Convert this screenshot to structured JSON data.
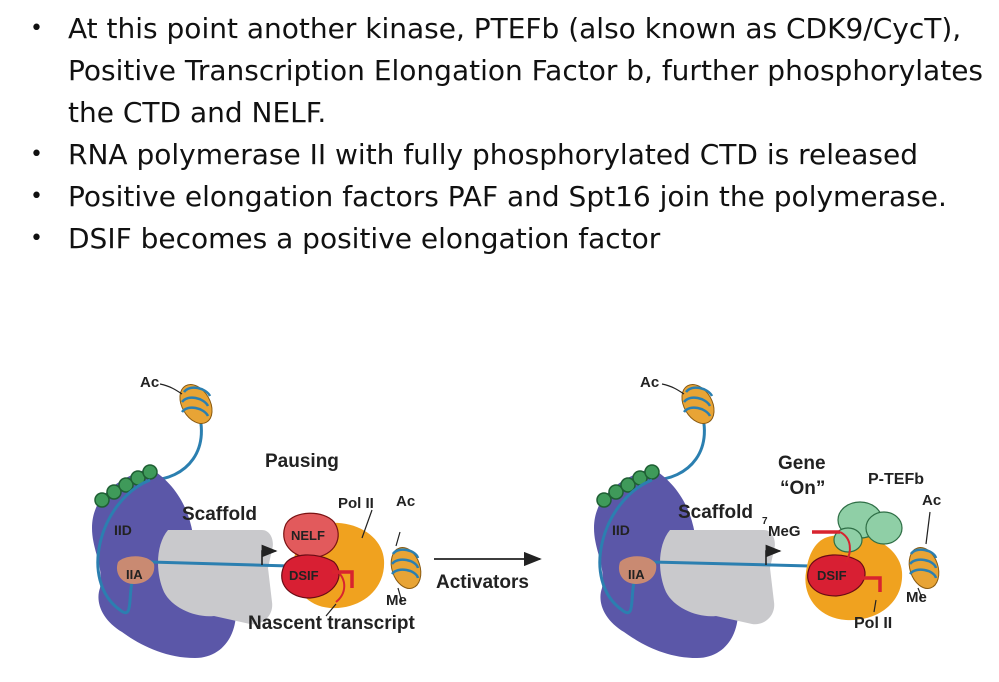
{
  "bullets": [
    "At this point another kinase, PTEFb (also known as CDK9/CycT), Positive Transcription Elongation Factor b, further phosphorylates the CTD and NELF.",
    "RNA polymerase II with fully phosphorylated CTD is released",
    "Positive elongation factors PAF and Spt16 join the polymerase.",
    "DSIF becomes a positive elongation factor"
  ],
  "bullet_symbol": "•",
  "diagram": {
    "left": {
      "ac_top": "Ac",
      "pausing": "Pausing",
      "scaffold": "Scaffold",
      "iid": "IID",
      "iia": "IIA",
      "pol_ii": "Pol II",
      "ac_right": "Ac",
      "nelf": "NELF",
      "dsif": "DSIF",
      "me": "Me",
      "nascent": "Nascent transcript"
    },
    "arrow_label": "Activators",
    "right": {
      "ac_top": "Ac",
      "gene": "Gene",
      "on": "“On”",
      "ptefb": "P-TEFb",
      "ac_right": "Ac",
      "scaffold": "Scaffold",
      "meg_sup": "7",
      "meg": "MeG",
      "iid": "IID",
      "iia": "IIA",
      "dsif": "DSIF",
      "me": "Me",
      "pol_ii": "Pol II"
    },
    "colors": {
      "tfiid": "#5b57a8",
      "scaffold": "#c9c9cc",
      "pol_ii": "#f0a21f",
      "nelf": "#e25a5c",
      "dsif": "#d81f33",
      "ptefb": "#8fcfa6",
      "nucleosome": "#e8a435",
      "dna": "#2b7fb0",
      "iia": "#c98a72",
      "bead": "#3f9a5a"
    }
  }
}
